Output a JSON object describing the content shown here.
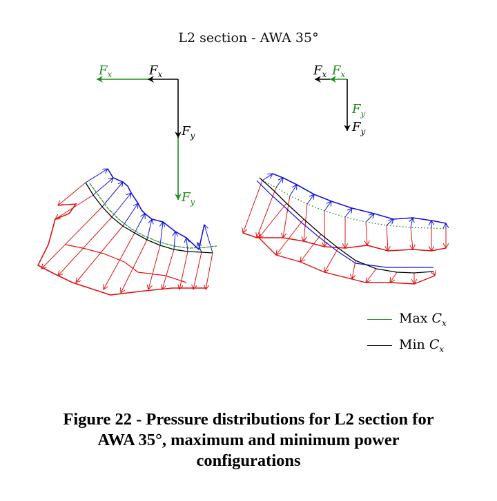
{
  "title": "L2 section - AWA 35°",
  "caption": {
    "line1": "Figure 22 - Pressure distributions for L2 section for",
    "line2": "AWA 35°, maximum and minimum power",
    "line3": "configurations"
  },
  "colors": {
    "max_cx": "#1a8a1a",
    "min_cx": "#000000",
    "suction_side": "#1010e0",
    "pressure_side": "#e01010"
  },
  "legend": [
    {
      "label": "Max ",
      "sub": "x",
      "symbol": "C",
      "color": "#1a8a1a"
    },
    {
      "label": "Min ",
      "sub": "x",
      "symbol": "C",
      "color": "#000000"
    }
  ],
  "force_labels": {
    "fx": "F",
    "fx_sub": "x",
    "fy": "F",
    "fy_sub": "y"
  },
  "panels": [
    {
      "name": "left-sail",
      "force_arrows": {
        "min_cx": {
          "fx": 0.45,
          "fy": 0.6
        },
        "max_cx": {
          "fx": 1.0,
          "fy": 1.5
        }
      }
    },
    {
      "name": "right-sail",
      "force_arrows": {
        "min_cx": {
          "fx": 0.5,
          "fy": 0.75
        },
        "max_cx": {
          "fx": 0.25,
          "fy": 0.35
        }
      }
    }
  ]
}
